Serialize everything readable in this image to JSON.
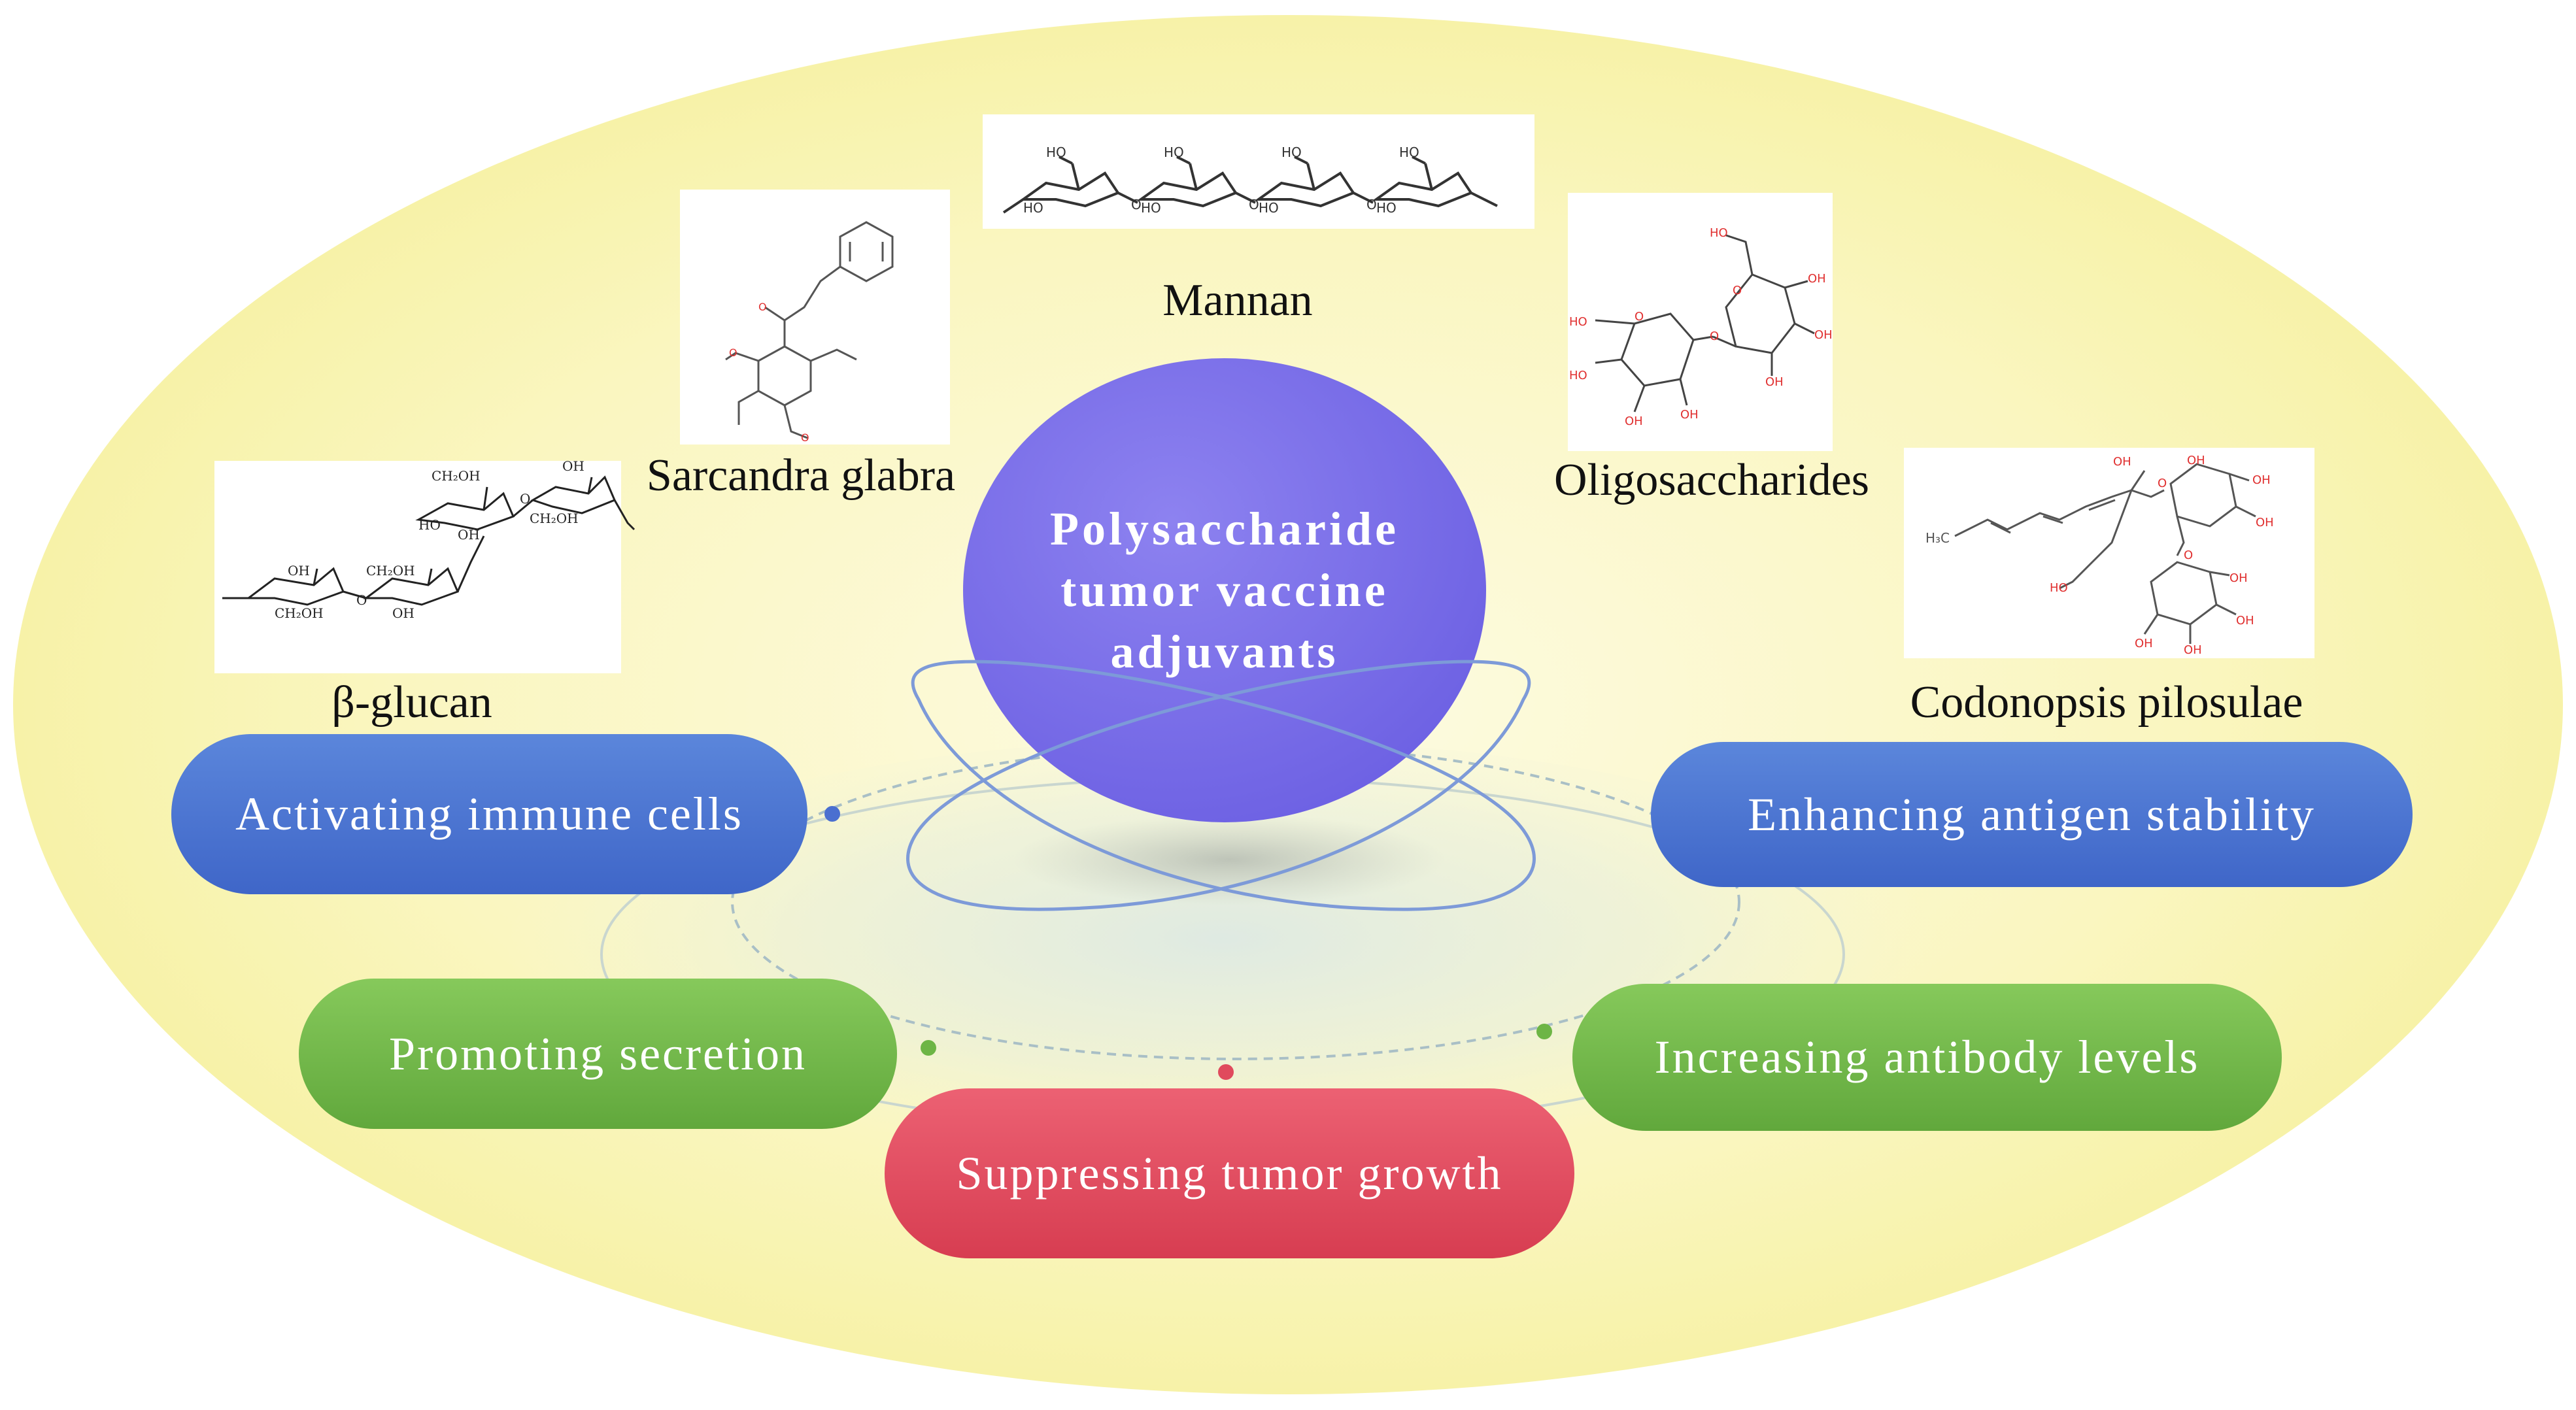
{
  "hub": {
    "lines": [
      "Polysaccharide",
      "tumor vaccine",
      "adjuvants"
    ]
  },
  "structures": [
    {
      "label": "Mannan"
    },
    {
      "label": "Sarcandra glabra"
    },
    {
      "label": "Oligosaccharides"
    },
    {
      "label": "β-glucan"
    },
    {
      "label": "Codonopsis pilosulae"
    }
  ],
  "functions": [
    {
      "label": "Activating immune cells"
    },
    {
      "label": "Enhancing antigen stability"
    },
    {
      "label": "Promoting secretion"
    },
    {
      "label": "Increasing antibody levels"
    },
    {
      "label": "Suppressing tumor growth"
    }
  ],
  "colors": {
    "background_ellipse": "#fbf8c7",
    "hub": "#8074ea",
    "blue": "#4a72cf",
    "green": "#6db545",
    "red": "#e04a5d",
    "structure_lines": "#333333",
    "heteroatom": "#e03030"
  }
}
